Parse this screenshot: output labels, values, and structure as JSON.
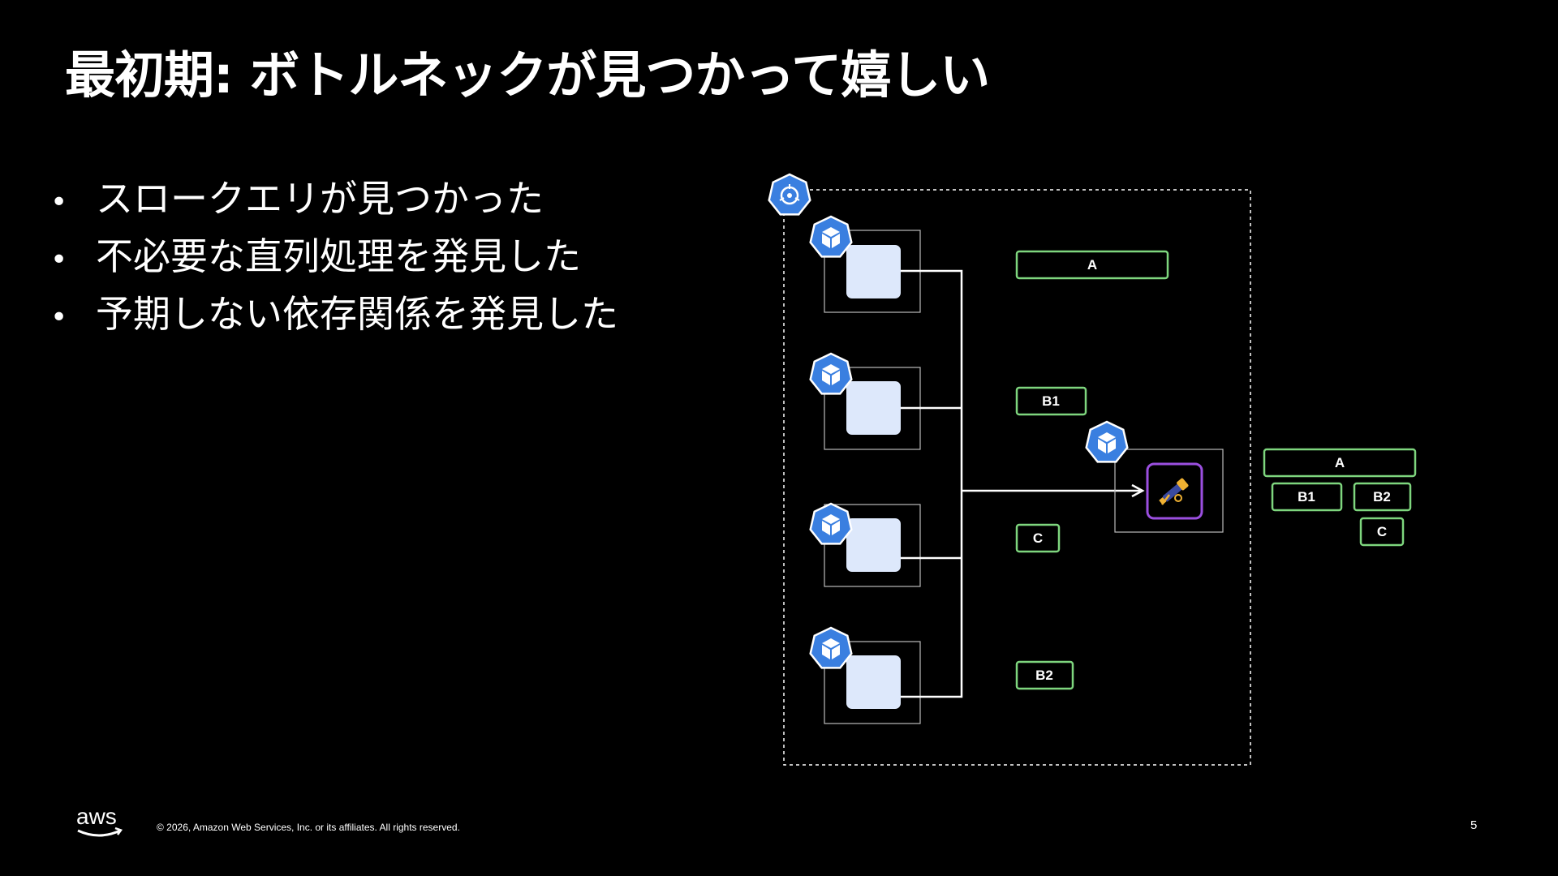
{
  "slide": {
    "title": "最初期: ボトルネックが見つかって嬉しい",
    "bullets": [
      "スロークエリが見つかった",
      "不必要な直列処理を発見した",
      "予期しない依存関係を発見した"
    ],
    "footer": "© 2026, Amazon Web Services, Inc. or its affiliates. All rights reserved.",
    "page_number": "5",
    "logo_text": "aws"
  },
  "diagram": {
    "icons": {
      "cluster": "kubernetes-cluster-icon",
      "pod": "kubernetes-pod-icon",
      "tool": "telescope-icon"
    },
    "spans": [
      {
        "label": "A"
      },
      {
        "label": "B1"
      },
      {
        "label": "C"
      },
      {
        "label": "B2"
      }
    ],
    "trace": [
      {
        "label": "A"
      },
      {
        "label": "B1"
      },
      {
        "label": "B2"
      },
      {
        "label": "C"
      }
    ],
    "colors": {
      "background": "#000000",
      "span_border": "#7ed67e",
      "icon_blue": "#3a7fe0",
      "pod_fill": "#dde8fb",
      "tool_border": "#9b4fe0",
      "tool_accent": "#f0b132",
      "tool_body": "#3a4aa0"
    }
  }
}
